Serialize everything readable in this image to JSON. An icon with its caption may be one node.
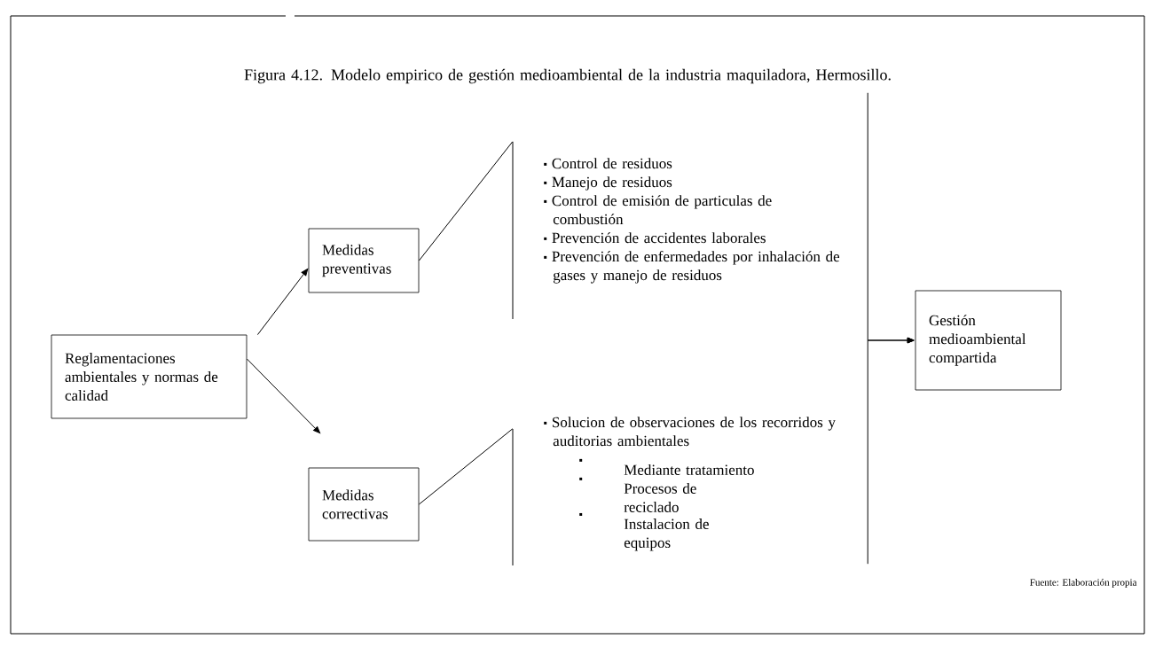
{
  "diagram": {
    "title": "Figura 4.12. Modelo empirico de gestión medioambiental de la industria maquiladora, Hermosillo.",
    "nodes": [
      {
        "text": [
          "Reglamentaciones ambientales y normas de calidad"
        ]
      },
      {
        "text": [
          "Medidas preventivas"
        ]
      },
      {
        "text": [
          "Medidas correctivas"
        ]
      },
      {
        "text": [
          "Control de residuos",
          "Manejo de residuos",
          "Control de emisión de particulas de combustión",
          "Prevención de accidentes laborales",
          "Prevención de enfermedades por inhalación de gases y manejo de residuos"
        ]
      },
      {
        "text": [
          "Solucion de observaciones de los recorridos y auditorias ambientales",
          "Mediante tratamiento",
          "Procesos de reciclado",
          "Instalacion de equipos"
        ]
      },
      {
        "text": [
          "Gestión medioambiental compartida"
        ]
      }
    ],
    "edges": [
      {
        "from": 0,
        "to": 1,
        "arrow": "to"
      },
      {
        "from": 0,
        "to": 2,
        "arrow": "to"
      },
      {
        "from": 1,
        "to": 3,
        "arrow": "none"
      },
      {
        "from": 2,
        "to": 4,
        "arrow": "none"
      },
      {
        "from": 3,
        "to": 5,
        "arrow": "to"
      },
      {
        "from": 4,
        "to": 5,
        "arrow": "to"
      }
    ],
    "labels": [
      "Fuente: Elaboración propia"
    ]
  }
}
